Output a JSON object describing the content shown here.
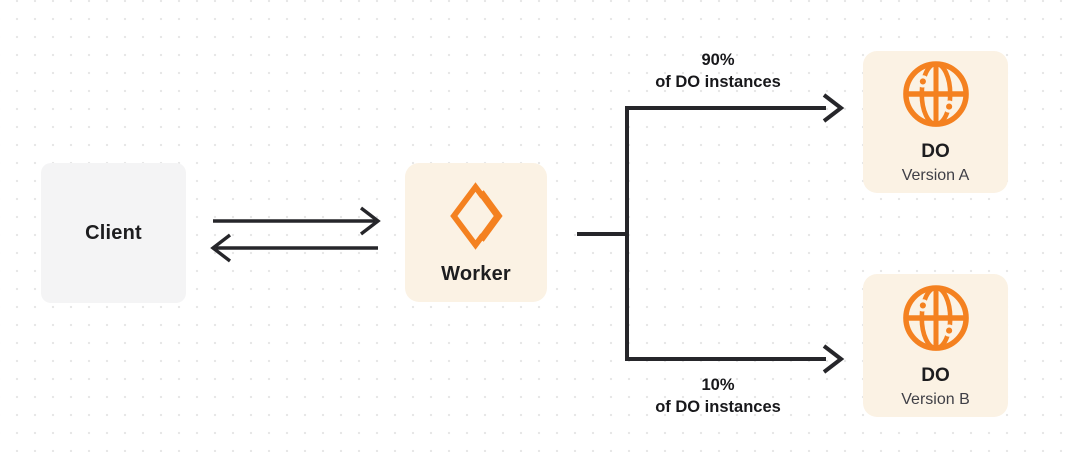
{
  "diagram": {
    "nodes": {
      "client": {
        "label": "Client"
      },
      "worker": {
        "label": "Worker",
        "icon": "workers-logo-icon"
      },
      "do_version_a": {
        "title": "DO",
        "subtitle": "Version A",
        "icon": "globe-icon"
      },
      "do_version_b": {
        "title": "DO",
        "subtitle": "Version B",
        "icon": "globe-icon"
      }
    },
    "edge_labels": {
      "top": {
        "line1": "90%",
        "line2": "of DO instances"
      },
      "bottom": {
        "line1": "10%",
        "line2": "of DO instances"
      }
    },
    "colors": {
      "accent_orange": "#f48120",
      "cream_box": "#fbf2e4",
      "gray_box": "#f4f4f5",
      "line_dark": "#26262a",
      "dot_grid": "#e7e7e7"
    }
  }
}
